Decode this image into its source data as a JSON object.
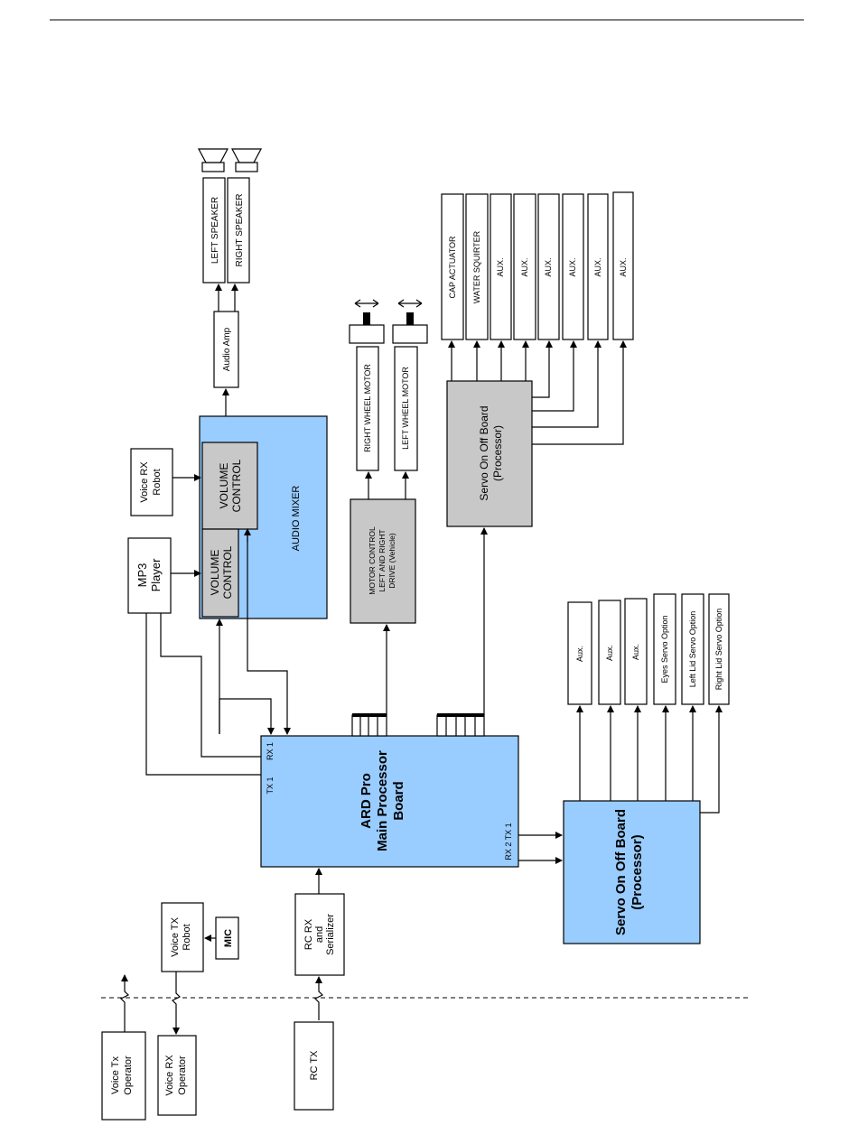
{
  "blocks": {
    "left_speaker": "LEFT SPEAKER",
    "right_speaker": "RIGHT SPEAKER",
    "audio_amp": "Audio Amp",
    "voice_rx_robot": [
      "Voice RX",
      "Robot"
    ],
    "mp3_player": [
      "MP3",
      "Player"
    ],
    "volume_control_1": [
      "VOLUME",
      "CONTROL"
    ],
    "volume_control_2": [
      "VOLUME",
      "CONTROL"
    ],
    "audio_mixer": "AUDIO MIXER",
    "right_wheel_motor": "RIGHT WHEEL MOTOR",
    "left_wheel_motor": "LEFT WHEEL MOTOR",
    "motor_control": [
      "MOTOR CONTROL",
      "LEFT AND RIGHT",
      "DRIVE (Vehicle)"
    ],
    "cap_actuator": "CAP ACTUATOR",
    "water_squirter": "WATER SQUIRTER",
    "aux_upper": [
      "AUX.",
      "AUX.",
      "AUX.",
      "AUX.",
      "AUX.",
      "AUX."
    ],
    "servo_upper": [
      "Servo On Off Board",
      "(Processor)"
    ],
    "aux_lower": [
      "Aux.",
      "Aux.",
      "Aux."
    ],
    "eyes_servo": "Eyes Servo Option",
    "left_lid_servo": "Left Lid Servo Option",
    "right_lid_servo": "Right Lid Servo Option",
    "main_board": [
      "ARD Pro",
      "Main Processor",
      "Board"
    ],
    "rx1": "RX 1",
    "tx1": "TX 1",
    "rx2tx1": "RX 2 TX 1",
    "servo_lower": [
      "Servo On Off Board",
      "(Processor)"
    ],
    "voice_tx_robot": [
      "Voice TX",
      "Robot"
    ],
    "mic": "MIC",
    "rc_rx": [
      "RC RX",
      "and",
      "Serializer"
    ],
    "voice_tx_operator": [
      "Voice Tx",
      "Operator"
    ],
    "voice_rx_operator": [
      "Voice RX",
      "Operator"
    ],
    "rc_tx": "RC TX"
  },
  "colors": {
    "board_blue": "#99ccff",
    "processor_gray": "#c8c8c8",
    "line": "#000000"
  }
}
